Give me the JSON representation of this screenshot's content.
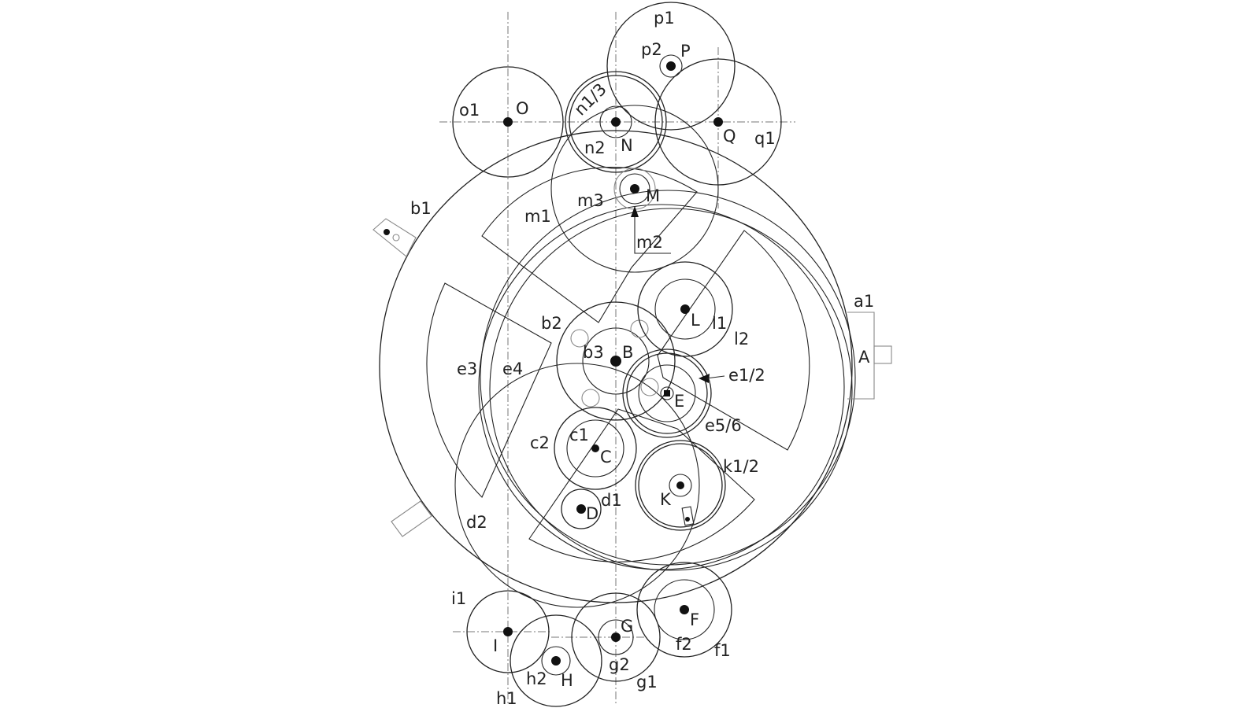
{
  "diagram": {
    "gear_labels": {
      "a1": "a1",
      "b1": "b1",
      "b2": "b2",
      "b3": "b3",
      "c1": "c1",
      "c2": "c2",
      "d1": "d1",
      "d2": "d2",
      "e1_2": "e1/2",
      "e3": "e3",
      "e4": "e4",
      "e5_6": "e5/6",
      "f1": "f1",
      "f2": "f2",
      "g1": "g1",
      "g2": "g2",
      "h1": "h1",
      "h2": "h2",
      "i1": "i1",
      "k1_2": "k1/2",
      "l1": "l1",
      "l2": "l2",
      "m1": "m1",
      "m2": "m2",
      "m3": "m3",
      "n1_3": "n1/3",
      "n2": "n2",
      "o1": "o1",
      "p1": "p1",
      "p2": "p2",
      "q1": "q1"
    },
    "axis_labels": {
      "A": "A",
      "B": "B",
      "C": "C",
      "D": "D",
      "E": "E",
      "F": "F",
      "G": "G",
      "H": "H",
      "I": "I",
      "K": "K",
      "L": "L",
      "M": "M",
      "N": "N",
      "O": "O",
      "P": "P",
      "Q": "Q"
    },
    "colors": {
      "stroke": "#222222",
      "faint": "#888888",
      "axis": "#777777",
      "background": "#ffffff"
    }
  }
}
